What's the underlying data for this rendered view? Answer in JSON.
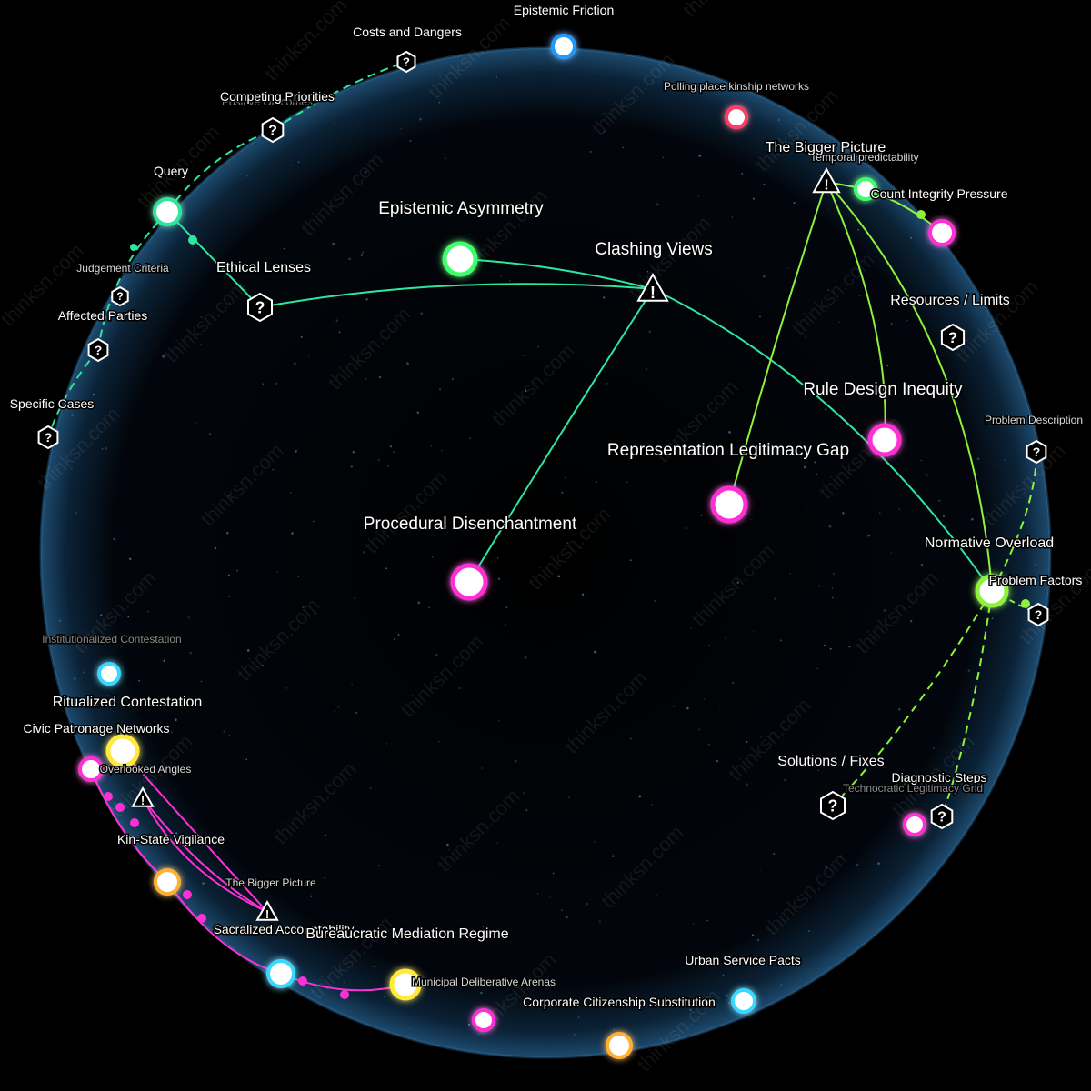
{
  "colors": {
    "green": "#3cff6a",
    "teal": "#2fe6a0",
    "lime": "#8cf23a",
    "magenta": "#ff2fd6",
    "cyan": "#38d9ff",
    "yellow": "#ffe93a",
    "orange": "#ffb02e",
    "red": "#ff3b6b",
    "blue": "#1e9bff"
  },
  "watermark": "thinksn.com",
  "nodes": {
    "epistemic_friction": {
      "label": "Epistemic Friction",
      "color": "blue",
      "kind": "circle"
    },
    "costs_dangers": {
      "label": "Costs and Dangers",
      "kind": "question"
    },
    "polling_place": {
      "label": "Polling place kinship networks",
      "color": "red",
      "kind": "circle"
    },
    "competing_priorities": {
      "label": "Competing Priorities",
      "label2": "Positive Outcomes",
      "kind": "question"
    },
    "bigger_picture_top": {
      "label": "The Bigger Picture",
      "label2": "Temporal predictability",
      "kind": "warning"
    },
    "count_integrity": {
      "label": "Count Integrity Pressure",
      "color": "green",
      "kind": "circle"
    },
    "query": {
      "label": "Query",
      "color": "teal",
      "kind": "circle"
    },
    "epistemic_asymmetry": {
      "label": "Epistemic Asymmetry",
      "color": "green",
      "kind": "circle"
    },
    "clashing_views": {
      "label": "Clashing Views",
      "kind": "warning"
    },
    "ethical_lenses": {
      "label": "Ethical Lenses",
      "kind": "question"
    },
    "judgement_criteria": {
      "label": "Judgement Criteria",
      "kind": "question"
    },
    "affected_parties": {
      "label": "Affected Parties",
      "kind": "question"
    },
    "specific_cases": {
      "label": "Specific Cases",
      "kind": "question"
    },
    "resources_limits": {
      "label": "Resources / Limits",
      "kind": "question"
    },
    "rule_design": {
      "label": "Rule Design Inequity",
      "color": "magenta",
      "kind": "circle"
    },
    "problem_description": {
      "label": "Problem Description",
      "kind": "question"
    },
    "representation_gap": {
      "label": "Representation Legitimacy Gap",
      "color": "magenta",
      "kind": "circle"
    },
    "procedural": {
      "label": "Procedural Disenchantment",
      "color": "magenta",
      "kind": "circle"
    },
    "normative_overload": {
      "label": "Normative Overload",
      "color": "lime",
      "kind": "circle"
    },
    "problem_factors": {
      "label": "Problem Factors",
      "kind": "question"
    },
    "solutions_fixes": {
      "label": "Solutions / Fixes",
      "kind": "question"
    },
    "diagnostic_steps": {
      "label": "Diagnostic Steps",
      "label2": "Technocratic Legitimacy Grid",
      "kind": "question"
    },
    "technocratic": {
      "label": "Technocratic Legitimacy Grid",
      "color": "magenta",
      "kind": "circle"
    },
    "institutionalized": {
      "label": "Institutionalized Contestation",
      "color": "cyan",
      "kind": "circle"
    },
    "ritualized": {
      "label": "Ritualized Contestation",
      "kind": "label"
    },
    "civic_patronage": {
      "label": "Civic Patronage Networks",
      "color": "yellow",
      "kind": "circle"
    },
    "overlooked_angles": {
      "label": "Overlooked Angles",
      "color": "magenta",
      "kind": "circle"
    },
    "kin_state": {
      "label": "Kin-State Vigilance",
      "color": "orange",
      "kind": "circle"
    },
    "bigger_picture_bottom": {
      "label": "The Bigger Picture",
      "kind": "warning"
    },
    "sacralized": {
      "label": "Sacralized Accountability",
      "color": "cyan",
      "kind": "circle"
    },
    "bureaucratic": {
      "label": "Bureaucratic Mediation Regime",
      "kind": "label"
    },
    "municipal": {
      "label": "Municipal Deliberative Arenas",
      "color": "yellow",
      "kind": "circle"
    },
    "corporate": {
      "label": "Corporate Citizenship Substitution",
      "color": "magenta",
      "kind": "circle"
    },
    "urban_service": {
      "label": "Urban Service Pacts",
      "color": "cyan",
      "kind": "circle"
    },
    "bottom_orange": {
      "label": "",
      "color": "orange",
      "kind": "circle"
    }
  }
}
